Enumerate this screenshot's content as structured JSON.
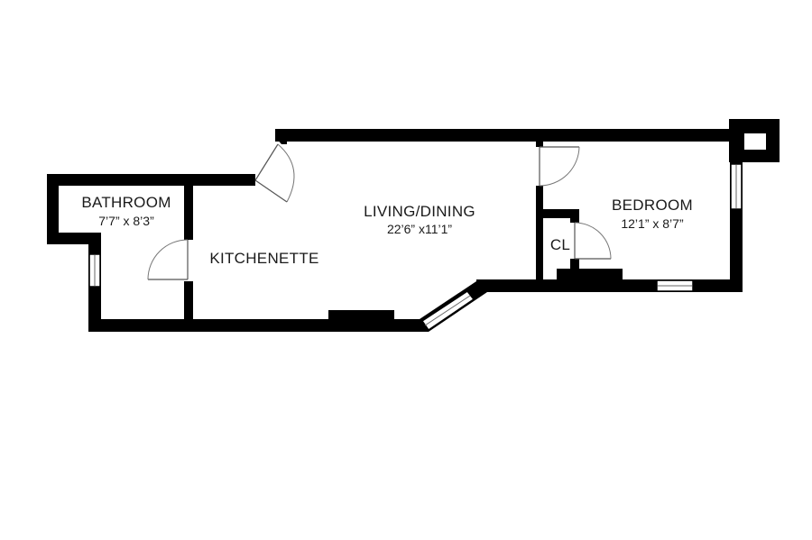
{
  "rooms": {
    "bathroom": {
      "name": "BATHROOM",
      "dimensions": "7’7” x 8’3”"
    },
    "kitchenette": {
      "name": "KITCHENETTE"
    },
    "living": {
      "name": "LIVING/DINING",
      "dimensions": "22’6” x11’1”"
    },
    "bedroom": {
      "name": "BEDROOM",
      "dimensions": "12’1” x 8’7”"
    },
    "closet": {
      "name": "CL"
    }
  },
  "colors": {
    "wall": "#000000",
    "background": "#ffffff",
    "label": "#1a1a1a"
  }
}
